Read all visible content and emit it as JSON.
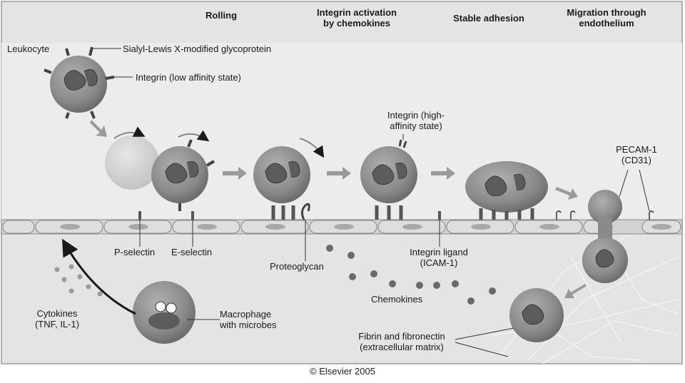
{
  "headings": {
    "rolling": "Rolling",
    "integrin_activation": [
      "Integrin activation",
      "by chemokines"
    ],
    "stable_adhesion": "Stable adhesion",
    "migration": [
      "Migration through",
      "endothelium"
    ]
  },
  "labels": {
    "leukocyte": "Leukocyte",
    "sialyl": "Sialyl-Lewis X-modified glycoprotein",
    "integrin_low": "Integrin (low affinity state)",
    "integrin_high": [
      "Integrin (high-",
      "affinity state)"
    ],
    "pecam": [
      "PECAM-1",
      "(CD31)"
    ],
    "p_selectin": "P-selectin",
    "e_selectin": "E-selectin",
    "proteoglycan": "Proteoglycan",
    "integrin_ligand": [
      "Integrin ligand",
      "(ICAM-1)"
    ],
    "chemokines": "Chemokines",
    "cytokines": [
      "Cytokines",
      "(TNF, IL-1)"
    ],
    "macrophage": [
      "Macrophage",
      "with microbes"
    ],
    "fibrin": [
      "Fibrin and fibronectin",
      "(extracellular matrix)"
    ]
  },
  "copyright": "© Elsevier 2005",
  "colors": {
    "background": "#e4e4e4",
    "lumen": "#eeeeee",
    "cell": "#8a8a8a",
    "nucleus": "#5c5c5c",
    "endothelium": "#d6d6d6",
    "arrow": "#9a9a9a",
    "ink": "#1a1a1a"
  }
}
